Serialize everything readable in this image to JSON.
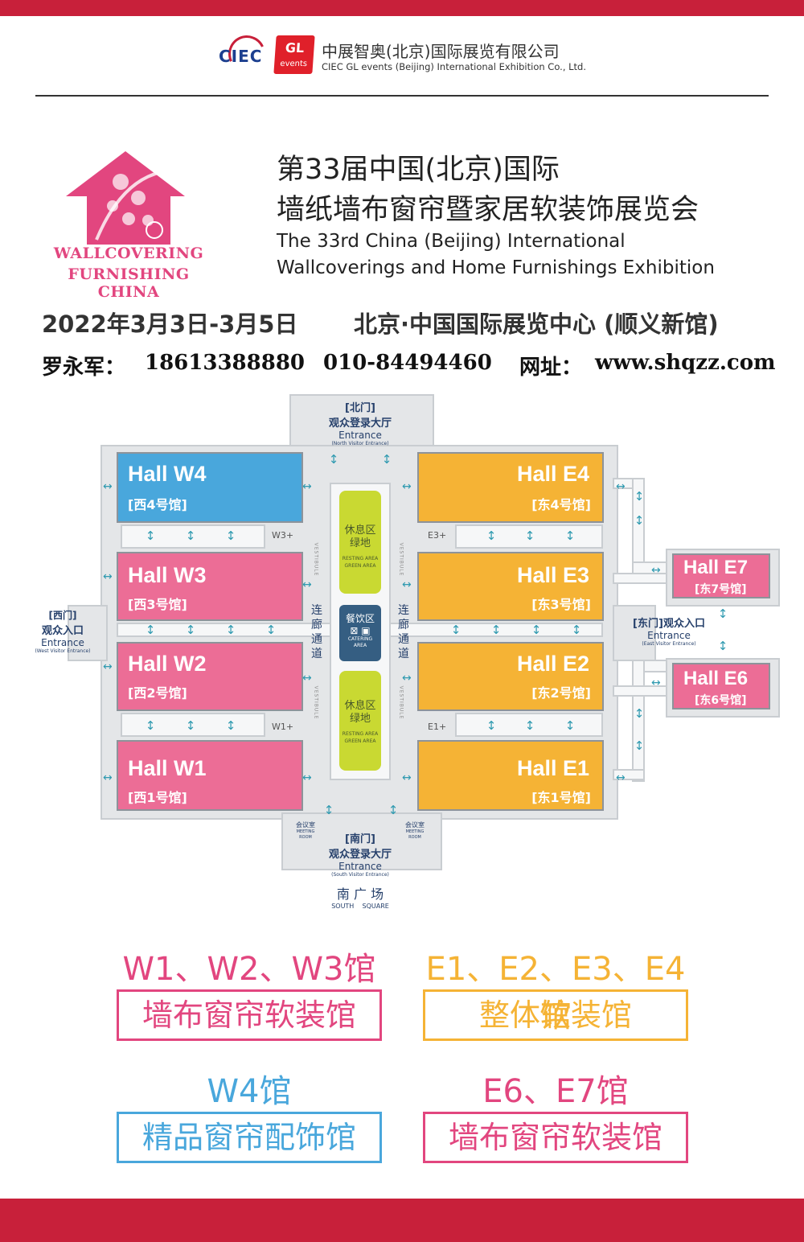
{
  "header": {
    "ciec_logo": "CIEC",
    "gl_logo_top": "GL",
    "gl_logo_bottom": "events",
    "company_cn": "中展智奥(北京)国际展览有限公司",
    "company_en": "CIEC GL events (Beijing) International Exhibition Co., Ltd."
  },
  "event": {
    "brand_line1": "WALLCOVERING",
    "brand_line2": "FURNISHING CHINA",
    "title_cn_line1": "第33届中国(北京)国际",
    "title_cn_line2": "墙纸墙布窗帘暨家居软装饰展览会",
    "title_en_line1": "The 33rd China (Beijing) International",
    "title_en_line2": "Wallcoverings and Home Furnishings Exhibition",
    "date": "2022年3月3日-3月5日",
    "venue": "北京·中国国际展览中心 (顺义新馆)",
    "contact_label": "罗永军：",
    "phone_mobile": "18613388880",
    "phone_office": "010-84494460",
    "website_label": "网址：",
    "website": "www.shqzz.com"
  },
  "map": {
    "halls": {
      "w4": {
        "name": "Hall W4",
        "cn": "[西4号馆]"
      },
      "w3": {
        "name": "Hall W3",
        "cn": "[西3号馆]"
      },
      "w2": {
        "name": "Hall W2",
        "cn": "[西2号馆]"
      },
      "w1": {
        "name": "Hall W1",
        "cn": "[西1号馆]"
      },
      "e4": {
        "name": "Hall E4",
        "cn": "[东4号馆]"
      },
      "e3": {
        "name": "Hall E3",
        "cn": "[东3号馆]"
      },
      "e2": {
        "name": "Hall E2",
        "cn": "[东2号馆]"
      },
      "e1": {
        "name": "Hall E1",
        "cn": "[东1号馆]"
      },
      "e7": {
        "name": "Hall E7",
        "cn": "[东7号馆]"
      },
      "e6": {
        "name": "Hall E6",
        "cn": "[东6号馆]"
      }
    },
    "plus_labels": {
      "w3": "W3+",
      "w1": "W1+",
      "e3": "E3+",
      "e1": "E1+"
    },
    "north": {
      "gate": "[北门]",
      "hall": "观众登录大厅",
      "entrance": "Entrance",
      "entrance_en": "(North Visitor Entrance)"
    },
    "south": {
      "gate": "[南门]",
      "hall": "观众登录大厅",
      "entrance": "Entrance",
      "entrance_en": "(South Visitor Entrance)"
    },
    "west": {
      "gate": "[西门]",
      "hall": "观众入口",
      "entrance": "Entrance",
      "entrance_en": "(West Visitor Entrance)"
    },
    "east": {
      "gate": "[东门]",
      "hall": "观众入口",
      "entrance": "Entrance",
      "entrance_en": "(East Visitor Entrance)"
    },
    "resting_cn_1": "休息区",
    "resting_cn_2": "绿地",
    "resting_en_1": "RESTING AREA",
    "resting_en_2": "GREEN AREA",
    "catering_cn": "餐饮区",
    "catering_en_1": "CATERING",
    "catering_en_2": "AREA",
    "corridor_cn": [
      "连",
      "廊",
      "通",
      "道"
    ],
    "vestibule": "VESTIBULE",
    "meeting_cn": "会议室",
    "meeting_en_1": "MEETING",
    "meeting_en_2": "ROOM",
    "square_cn": "南 广 场",
    "square_en": "SOUTH    SQUARE"
  },
  "legend": {
    "w123_title": "W1、W2、W3馆",
    "w123_desc": "墙布窗帘软装馆",
    "e1234_title": "E1、E2、E3、E4馆",
    "e1234_desc": "整体软装馆",
    "w4_title": "W4馆",
    "w4_desc": "精品窗帘配饰馆",
    "e67_title": "E6、E7馆",
    "e67_desc": "墙布窗帘软装馆",
    "colors": {
      "pink": "#e2467f",
      "orange": "#f5b335",
      "blue": "#49a7dc"
    }
  }
}
